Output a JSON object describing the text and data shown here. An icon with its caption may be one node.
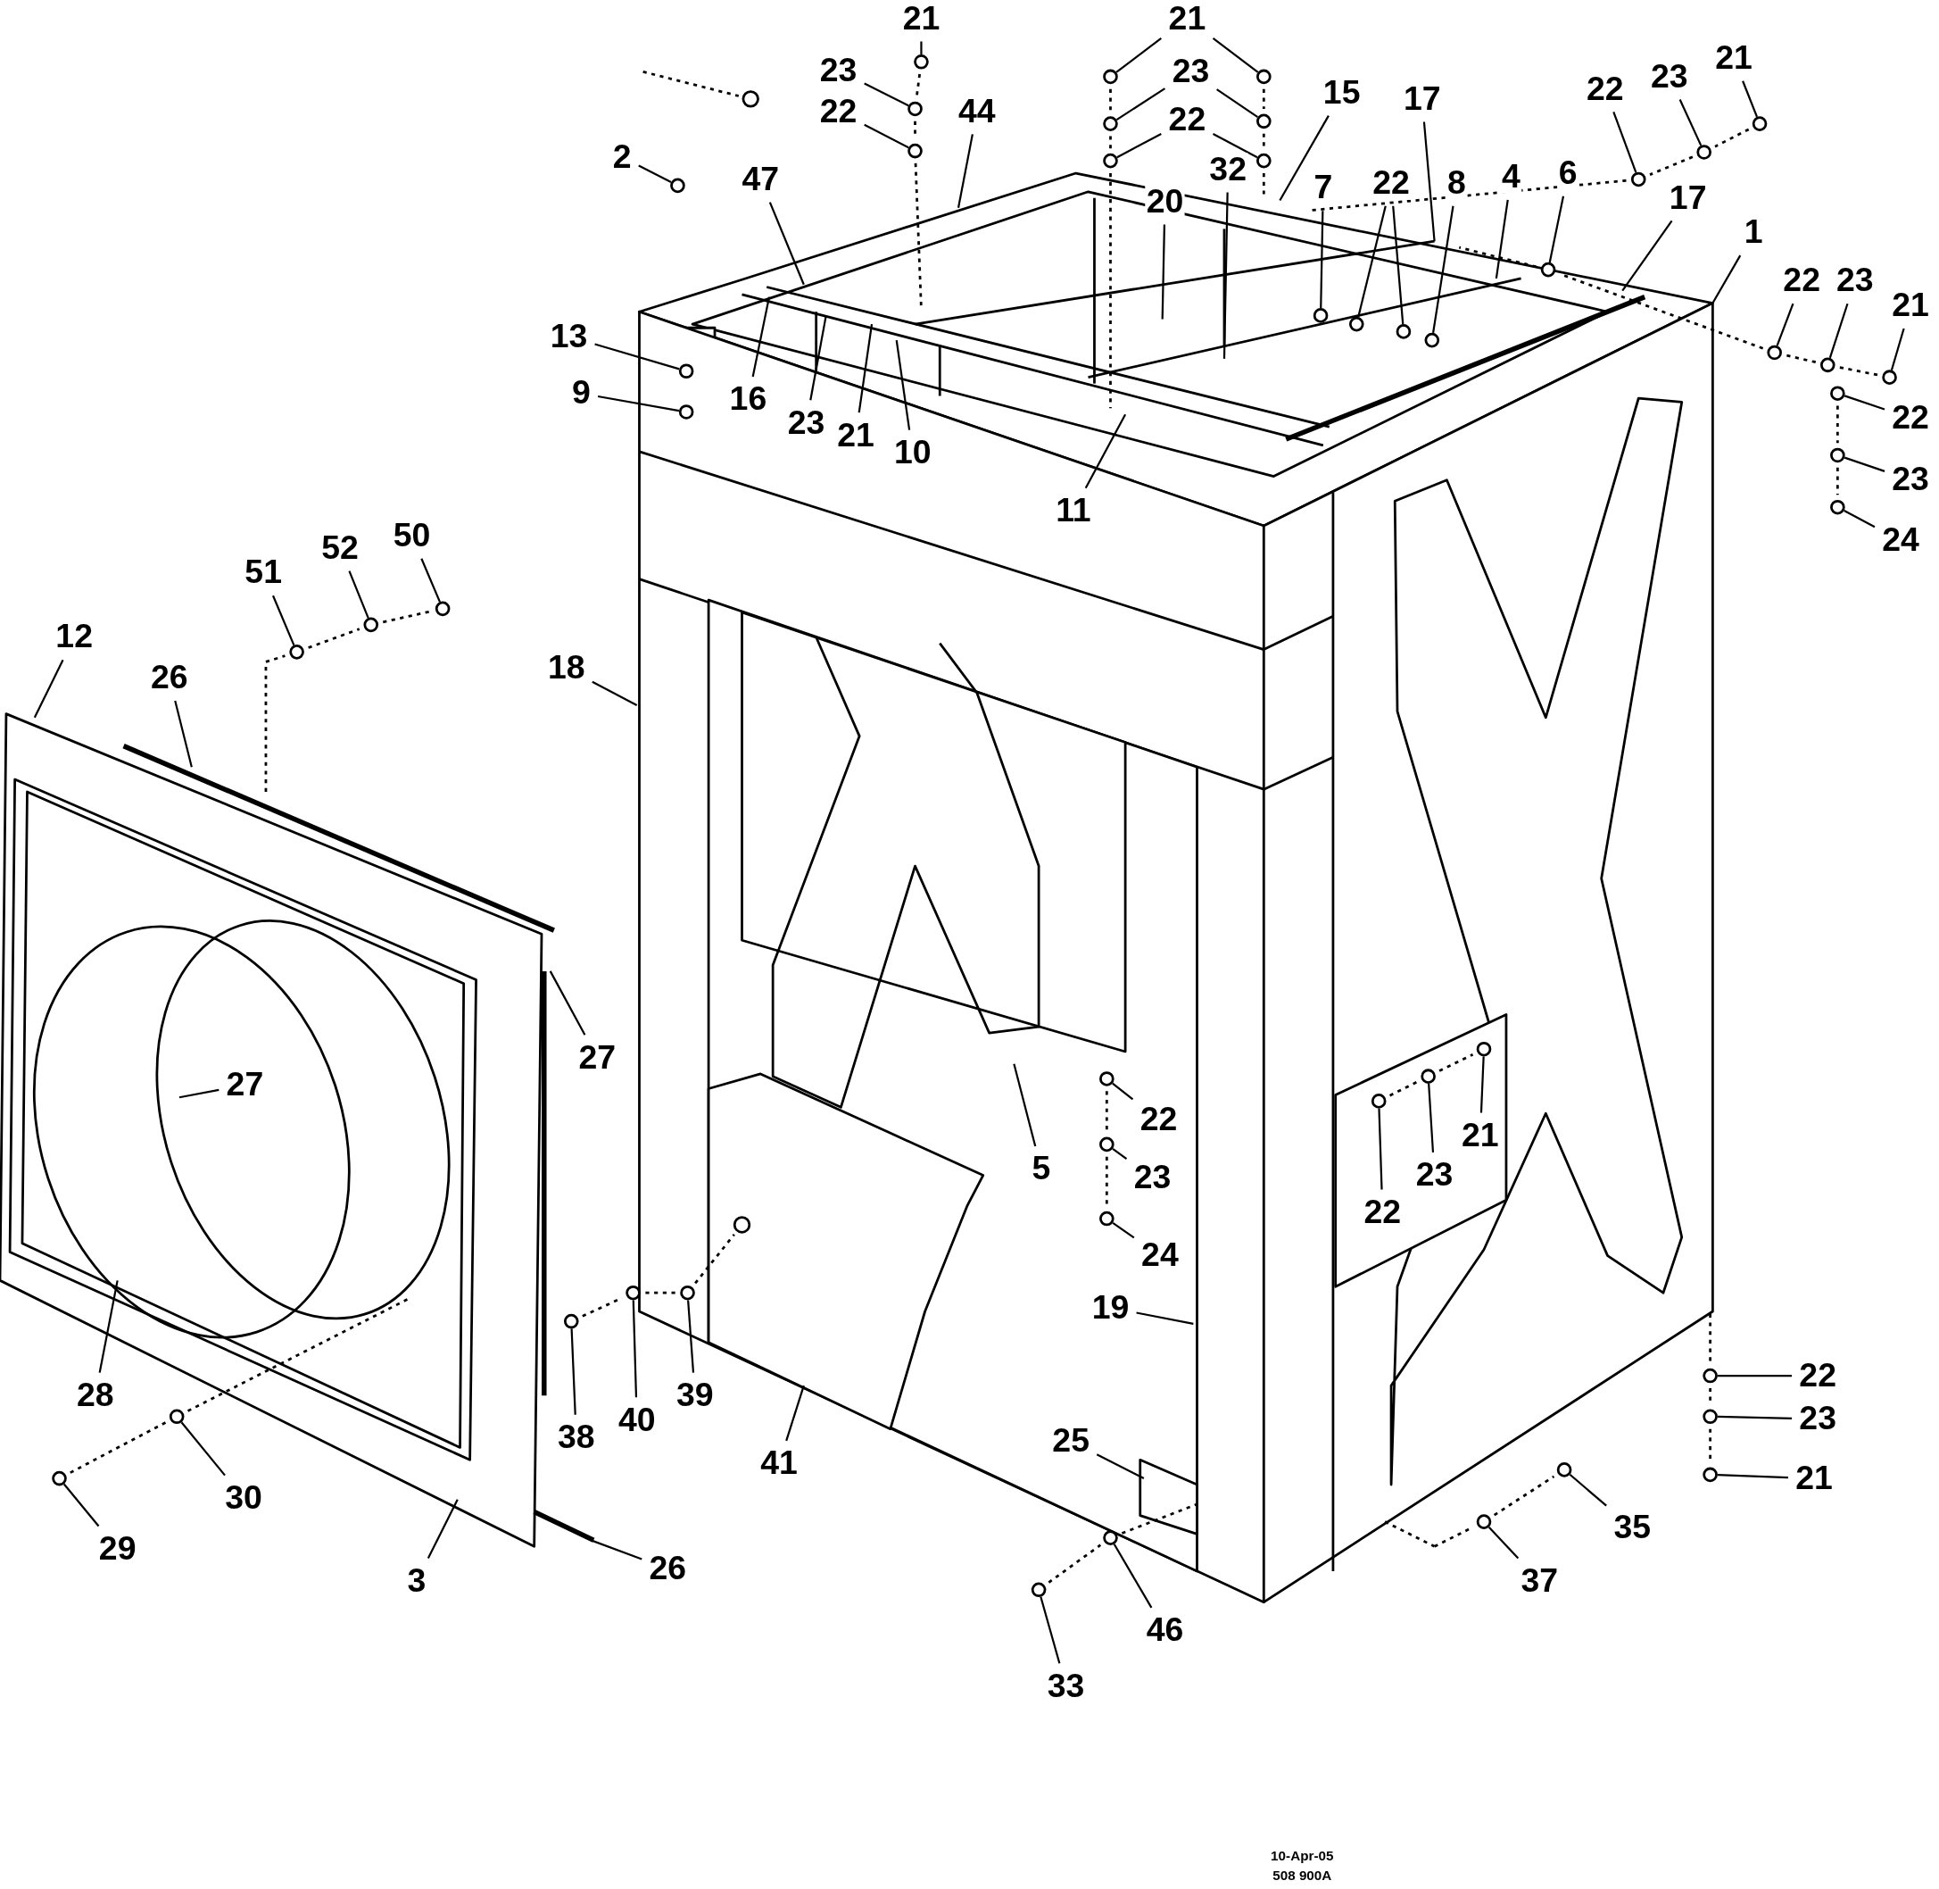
{
  "diagram": {
    "nodes": [
      {
        "text": [
          "21"
        ]
      },
      {
        "text": [
          "23"
        ]
      },
      {
        "text": [
          "22"
        ]
      },
      {
        "text": [
          "44"
        ]
      },
      {
        "text": [
          "21"
        ]
      },
      {
        "text": [
          "23"
        ]
      },
      {
        "text": [
          "22"
        ]
      },
      {
        "text": [
          "15"
        ]
      },
      {
        "text": [
          "17"
        ]
      },
      {
        "text": [
          "22"
        ]
      },
      {
        "text": [
          "23"
        ]
      },
      {
        "text": [
          "21"
        ]
      },
      {
        "text": [
          "2"
        ]
      },
      {
        "text": [
          "47"
        ]
      },
      {
        "text": [
          "7"
        ]
      },
      {
        "text": [
          "22"
        ]
      },
      {
        "text": [
          "8"
        ]
      },
      {
        "text": [
          "4"
        ]
      },
      {
        "text": [
          "6"
        ]
      },
      {
        "text": [
          "17"
        ]
      },
      {
        "text": [
          "1"
        ]
      },
      {
        "text": [
          "20"
        ]
      },
      {
        "text": [
          "32"
        ]
      },
      {
        "text": [
          "22"
        ]
      },
      {
        "text": [
          "23"
        ]
      },
      {
        "text": [
          "21"
        ]
      },
      {
        "text": [
          "22"
        ]
      },
      {
        "text": [
          "23"
        ]
      },
      {
        "text": [
          "24"
        ]
      },
      {
        "text": [
          "13"
        ]
      },
      {
        "text": [
          "9"
        ]
      },
      {
        "text": [
          "16"
        ]
      },
      {
        "text": [
          "23"
        ]
      },
      {
        "text": [
          "21"
        ]
      },
      {
        "text": [
          "10"
        ]
      },
      {
        "text": [
          "11"
        ]
      },
      {
        "text": [
          "51"
        ]
      },
      {
        "text": [
          "52"
        ]
      },
      {
        "text": [
          "50"
        ]
      },
      {
        "text": [
          "12"
        ]
      },
      {
        "text": [
          "26"
        ]
      },
      {
        "text": [
          "18"
        ]
      },
      {
        "text": [
          "27"
        ]
      },
      {
        "text": [
          "27"
        ]
      },
      {
        "text": [
          "28"
        ]
      },
      {
        "text": [
          "30"
        ]
      },
      {
        "text": [
          "29"
        ]
      },
      {
        "text": [
          "3"
        ]
      },
      {
        "text": [
          "26"
        ]
      },
      {
        "text": [
          "38"
        ]
      },
      {
        "text": [
          "40"
        ]
      },
      {
        "text": [
          "39"
        ]
      },
      {
        "text": [
          "41"
        ]
      },
      {
        "text": [
          "5"
        ]
      },
      {
        "text": [
          "22"
        ]
      },
      {
        "text": [
          "23"
        ]
      },
      {
        "text": [
          "24"
        ]
      },
      {
        "text": [
          "19"
        ]
      },
      {
        "text": [
          "25"
        ]
      },
      {
        "text": [
          "33"
        ]
      },
      {
        "text": [
          "46"
        ]
      },
      {
        "text": [
          "21"
        ]
      },
      {
        "text": [
          "23"
        ]
      },
      {
        "text": [
          "22"
        ]
      },
      {
        "text": [
          "22"
        ]
      },
      {
        "text": [
          "23"
        ]
      },
      {
        "text": [
          "21"
        ]
      },
      {
        "text": [
          "35"
        ]
      },
      {
        "text": [
          "37"
        ]
      },
      {
        "text": [],
        "shape": "circle"
      },
      {
        "text": [],
        "shape": "circle"
      },
      {
        "text": [],
        "shape": "circle"
      },
      {
        "text": [],
        "shape": "circle"
      },
      {
        "text": [],
        "shape": "circle"
      },
      {
        "text": [],
        "shape": "circle"
      },
      {
        "text": [],
        "shape": "circle"
      },
      {
        "text": [],
        "shape": "circle"
      },
      {
        "text": [],
        "shape": "circle"
      },
      {
        "text": [],
        "shape": "circle"
      },
      {
        "text": [],
        "shape": "circle"
      },
      {
        "text": [],
        "shape": "circle"
      },
      {
        "text": [],
        "shape": "circle"
      },
      {
        "text": [],
        "shape": "circle"
      },
      {
        "text": [],
        "shape": "circle"
      },
      {
        "text": [],
        "shape": "circle"
      },
      {
        "text": [],
        "shape": "circle"
      },
      {
        "text": [],
        "shape": "circle"
      },
      {
        "text": [],
        "shape": "circle"
      },
      {
        "text": [],
        "shape": "circle"
      },
      {
        "text": [],
        "shape": "circle"
      },
      {
        "text": [],
        "shape": "circle"
      },
      {
        "text": [],
        "shape": "circle"
      },
      {
        "text": [],
        "shape": "circle"
      },
      {
        "text": [],
        "shape": "circle"
      },
      {
        "text": [],
        "shape": "circle"
      },
      {
        "text": [],
        "shape": "circle"
      },
      {
        "text": [],
        "shape": "circle"
      },
      {
        "text": [],
        "shape": "circle"
      },
      {
        "text": [],
        "shape": "circle"
      },
      {
        "text": [],
        "shape": "circle"
      },
      {
        "text": [],
        "shape": "circle"
      },
      {
        "text": [],
        "shape": "circle"
      },
      {
        "text": [],
        "shape": "circle"
      },
      {
        "text": [],
        "shape": "circle"
      },
      {
        "text": [],
        "shape": "circle"
      },
      {
        "text": [],
        "shape": "circle"
      },
      {
        "text": [],
        "shape": "circle"
      },
      {
        "text": [],
        "shape": "circle"
      },
      {
        "text": [],
        "shape": "circle"
      },
      {
        "text": [],
        "shape": "circle"
      },
      {
        "text": [],
        "shape": "circle"
      },
      {
        "text": [],
        "shape": "circle"
      },
      {
        "text": [],
        "shape": "circle"
      },
      {
        "text": [],
        "shape": "circle"
      },
      {
        "text": [],
        "shape": "circle"
      },
      {
        "text": [],
        "shape": "circle"
      }
    ],
    "edges": [
      {
        "from": 0,
        "to": 69,
        "arrow": "none"
      },
      {
        "from": 1,
        "to": 70,
        "arrow": "none"
      },
      {
        "from": 2,
        "to": 71,
        "arrow": "none"
      },
      {
        "from": 3,
        "to": null,
        "arrow": "none"
      },
      {
        "from": 4,
        "to": 72,
        "arrow": "none"
      },
      {
        "from": 4,
        "to": 73,
        "arrow": "none"
      },
      {
        "from": 5,
        "to": 74,
        "arrow": "none"
      },
      {
        "from": 5,
        "to": 75,
        "arrow": "none"
      },
      {
        "from": 6,
        "to": 76,
        "arrow": "none"
      },
      {
        "from": 6,
        "to": 77,
        "arrow": "none"
      },
      {
        "from": 7,
        "to": null,
        "arrow": "none"
      },
      {
        "from": 8,
        "to": null,
        "arrow": "none"
      },
      {
        "from": 9,
        "to": 78,
        "arrow": "none"
      },
      {
        "from": 10,
        "to": 79,
        "arrow": "none"
      },
      {
        "from": 11,
        "to": 80,
        "arrow": "none"
      },
      {
        "from": 12,
        "to": 81,
        "arrow": "none"
      },
      {
        "from": 13,
        "to": null,
        "arrow": "none"
      },
      {
        "from": 14,
        "to": 82,
        "arrow": "none"
      },
      {
        "from": 15,
        "to": 83,
        "arrow": "none"
      },
      {
        "from": 15,
        "to": 84,
        "arrow": "none"
      },
      {
        "from": 16,
        "to": 85,
        "arrow": "none"
      },
      {
        "from": 17,
        "to": null,
        "arrow": "none"
      },
      {
        "from": 18,
        "to": 86,
        "arrow": "none"
      },
      {
        "from": 19,
        "to": null,
        "arrow": "none"
      },
      {
        "from": 20,
        "to": null,
        "arrow": "none"
      },
      {
        "from": 21,
        "to": null,
        "arrow": "none"
      },
      {
        "from": 22,
        "to": null,
        "arrow": "none"
      },
      {
        "from": 23,
        "to": 87,
        "arrow": "none"
      },
      {
        "from": 24,
        "to": 88,
        "arrow": "none"
      },
      {
        "from": 25,
        "to": 89,
        "arrow": "none"
      },
      {
        "from": 26,
        "to": 90,
        "arrow": "none"
      },
      {
        "from": 27,
        "to": 91,
        "arrow": "none"
      },
      {
        "from": 28,
        "to": 92,
        "arrow": "none"
      },
      {
        "from": 29,
        "to": 93,
        "arrow": "none"
      },
      {
        "from": 30,
        "to": 94,
        "arrow": "none"
      },
      {
        "from": 31,
        "to": null,
        "arrow": "none"
      },
      {
        "from": 32,
        "to": null,
        "arrow": "none"
      },
      {
        "from": 33,
        "to": null,
        "arrow": "none"
      },
      {
        "from": 34,
        "to": null,
        "arrow": "none"
      },
      {
        "from": 35,
        "to": null,
        "arrow": "none"
      },
      {
        "from": 36,
        "to": 95,
        "arrow": "none"
      },
      {
        "from": 37,
        "to": 96,
        "arrow": "none"
      },
      {
        "from": 38,
        "to": 97,
        "arrow": "none"
      },
      {
        "from": 39,
        "to": null,
        "arrow": "none"
      },
      {
        "from": 40,
        "to": null,
        "arrow": "none"
      },
      {
        "from": 41,
        "to": null,
        "arrow": "none"
      },
      {
        "from": 42,
        "to": null,
        "arrow": "none"
      },
      {
        "from": 43,
        "to": null,
        "arrow": "none"
      },
      {
        "from": 44,
        "to": null,
        "arrow": "none"
      },
      {
        "from": 45,
        "to": 98,
        "arrow": "none"
      },
      {
        "from": 46,
        "to": 99,
        "arrow": "none"
      },
      {
        "from": 47,
        "to": null,
        "arrow": "none"
      },
      {
        "from": 48,
        "to": null,
        "arrow": "none"
      },
      {
        "from": 49,
        "to": 100,
        "arrow": "none"
      },
      {
        "from": 50,
        "to": 101,
        "arrow": "none"
      },
      {
        "from": 51,
        "to": 102,
        "arrow": "none"
      },
      {
        "from": 52,
        "to": null,
        "arrow": "none"
      },
      {
        "from": 53,
        "to": null,
        "arrow": "none"
      },
      {
        "from": 54,
        "to": 103,
        "arrow": "none"
      },
      {
        "from": 55,
        "to": 104,
        "arrow": "none"
      },
      {
        "from": 56,
        "to": 105,
        "arrow": "none"
      },
      {
        "from": 57,
        "to": null,
        "arrow": "none"
      },
      {
        "from": 58,
        "to": null,
        "arrow": "none"
      },
      {
        "from": 59,
        "to": 106,
        "arrow": "none"
      },
      {
        "from": 60,
        "to": 107,
        "arrow": "none"
      },
      {
        "from": 61,
        "to": 108,
        "arrow": "none"
      },
      {
        "from": 62,
        "to": 109,
        "arrow": "none"
      },
      {
        "from": 63,
        "to": 110,
        "arrow": "none"
      },
      {
        "from": 64,
        "to": 111,
        "arrow": "none"
      },
      {
        "from": 65,
        "to": 112,
        "arrow": "none"
      },
      {
        "from": 66,
        "to": 113,
        "arrow": "none"
      },
      {
        "from": 67,
        "to": 114,
        "arrow": "none"
      },
      {
        "from": 68,
        "to": 115,
        "arrow": "none"
      }
    ],
    "labels": [
      "10-Apr-05",
      "508 900A"
    ]
  }
}
